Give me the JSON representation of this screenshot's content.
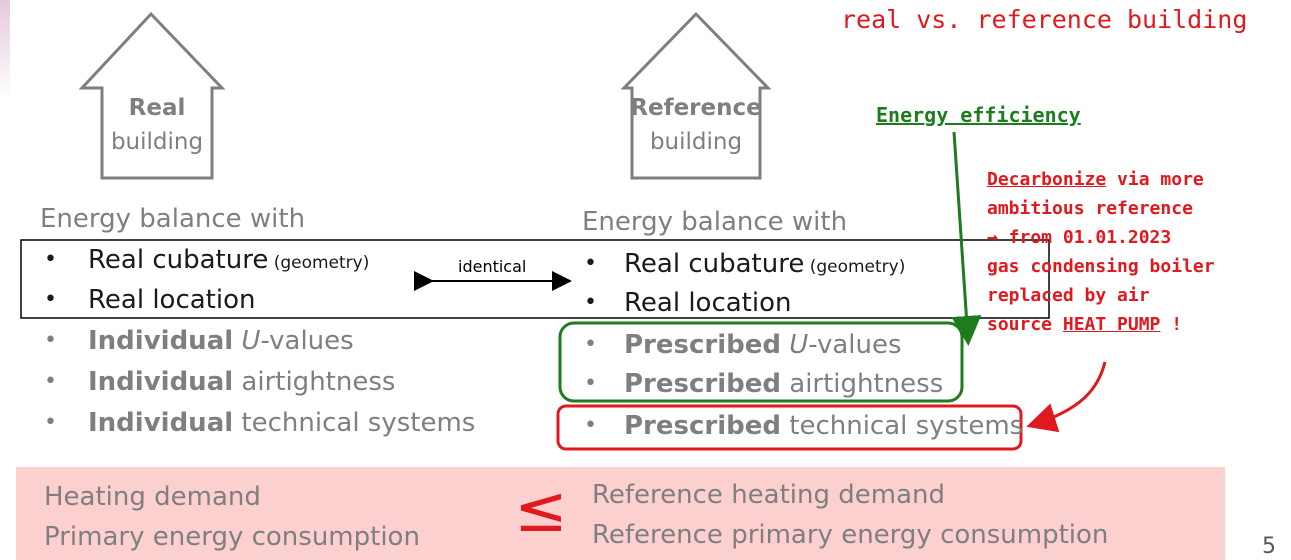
{
  "title": "real vs. reference building",
  "real_house": {
    "label_bold": "Real",
    "label": "building"
  },
  "ref_house": {
    "label_bold": "Reference",
    "label": "building"
  },
  "left": {
    "heading": "Energy balance with",
    "items": [
      {
        "bold": "Real cubature",
        "rest": " (geometry)"
      },
      {
        "bold": "Real location",
        "rest": ""
      },
      {
        "bold": "Individual",
        "italic": "U",
        "rest": "-values"
      },
      {
        "bold": "Individual",
        "rest": " airtightness"
      },
      {
        "bold": "Individual",
        "rest": " technical systems"
      }
    ]
  },
  "right": {
    "heading": "Energy balance with",
    "items": [
      {
        "bold": "Real cubature",
        "rest": " (geometry)"
      },
      {
        "bold": "Real location",
        "rest": ""
      },
      {
        "bold": "Prescribed",
        "italic": "U",
        "rest": "-values"
      },
      {
        "bold": "Prescribed",
        "rest": " airtightness"
      },
      {
        "bold": "Prescribed",
        "rest": " technical systems"
      }
    ]
  },
  "identical_label": "identical",
  "bullet_char": "•",
  "annotations": {
    "energy_efficiency": "Energy efficiency",
    "decarb_lines": [
      {
        "u": "Decarbonize",
        "rest": " via more"
      },
      {
        "u": "",
        "rest": "ambitious reference"
      },
      {
        "u": "",
        "rest": "→ from 01.01.2023"
      },
      {
        "u": "",
        "rest": "gas condensing boiler"
      },
      {
        "u": "",
        "rest": "replaced by air"
      },
      {
        "pre": "source ",
        "u": "HEAT PUMP",
        "rest": " !"
      }
    ]
  },
  "comparison": {
    "left": [
      "Heating demand",
      "Primary energy consumption"
    ],
    "symbol": "≤",
    "right": [
      "Reference heating demand",
      "Reference primary energy consumption"
    ]
  },
  "page_number": "5",
  "colors": {
    "green": "#1e7b1e",
    "red": "#e0191e",
    "band": "#fdd0d0",
    "grey": "#7f7f7f"
  }
}
